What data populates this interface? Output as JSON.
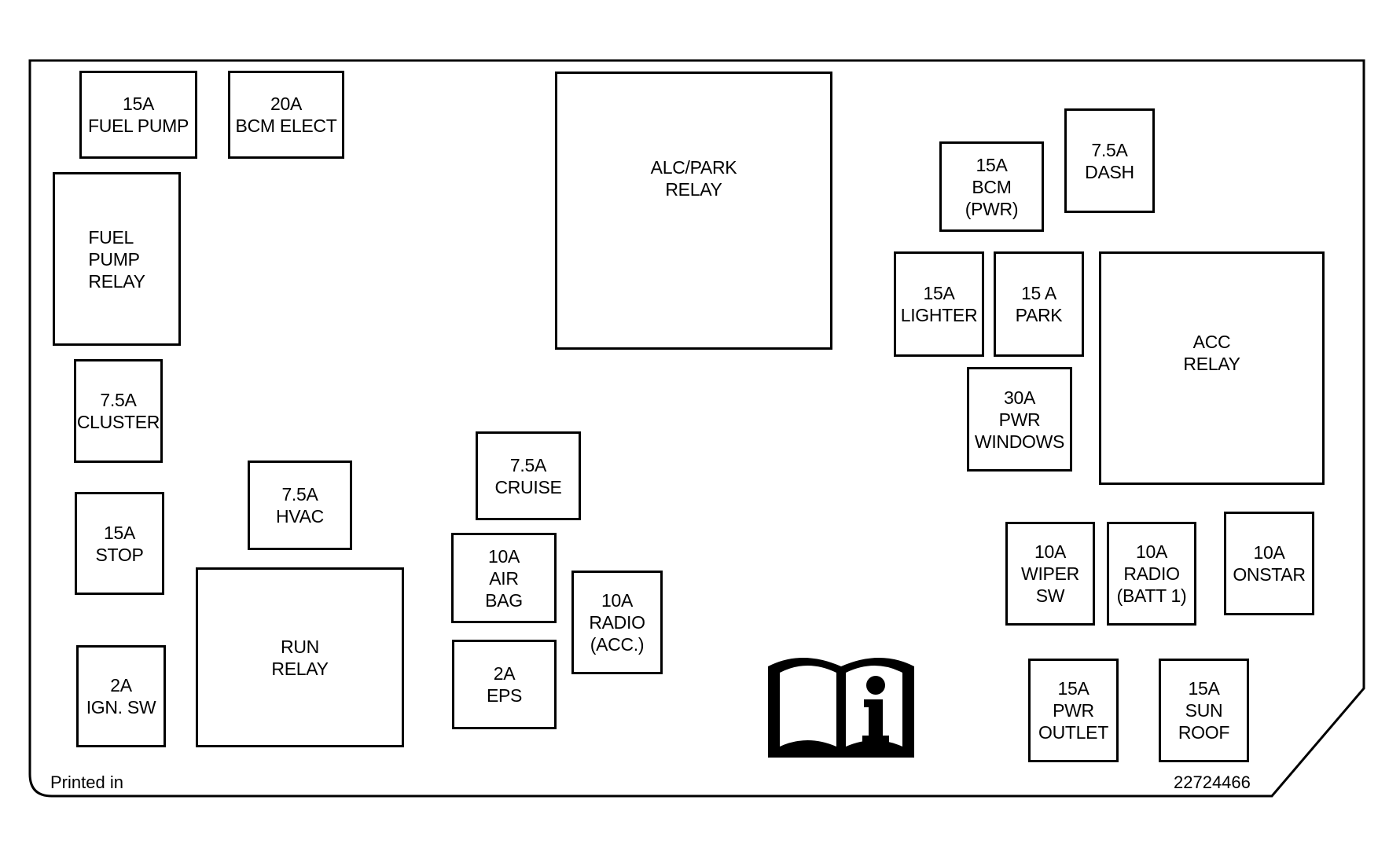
{
  "fuses": {
    "fuel_pump": "15A\nFUEL PUMP",
    "bcm_elect": "20A\nBCM ELECT",
    "cluster": "7.5A\nCLUSTER",
    "stop": "15A\nSTOP",
    "ign_sw": "2A\nIGN. SW",
    "hvac": "7.5A\nHVAC",
    "cruise": "7.5A\nCRUISE",
    "air_bag": "10A\nAIR\nBAG",
    "eps": "2A\nEPS",
    "radio_acc": "10A\nRADIO\n(ACC.)",
    "bcm_pwr": "15A\nBCM\n(PWR)",
    "dash": "7.5A\nDASH",
    "lighter": "15A\nLIGHTER",
    "park": "15 A\nPARK",
    "pwr_windows": "30A\nPWR\nWINDOWS",
    "wiper_sw": "10A\nWIPER\nSW",
    "radio_batt1": "10A\nRADIO\n(BATT 1)",
    "onstar": "10A\nONSTAR",
    "pwr_outlet": "15A\nPWR\nOUTLET",
    "sun_roof": "15A\nSUN\nROOF"
  },
  "relays": {
    "fuel_pump_relay": "FUEL\nPUMP\nRELAY",
    "alc_park_relay": "ALC/PARK\nRELAY",
    "acc_relay": "ACC\nRELAY",
    "run_relay": "RUN\nRELAY"
  },
  "footer": {
    "printed_in": "Printed in",
    "part_number": "22724466"
  },
  "icons": {
    "manual": "owner-manual-info-icon"
  },
  "colors": {
    "line": "#000000",
    "background": "#ffffff"
  }
}
